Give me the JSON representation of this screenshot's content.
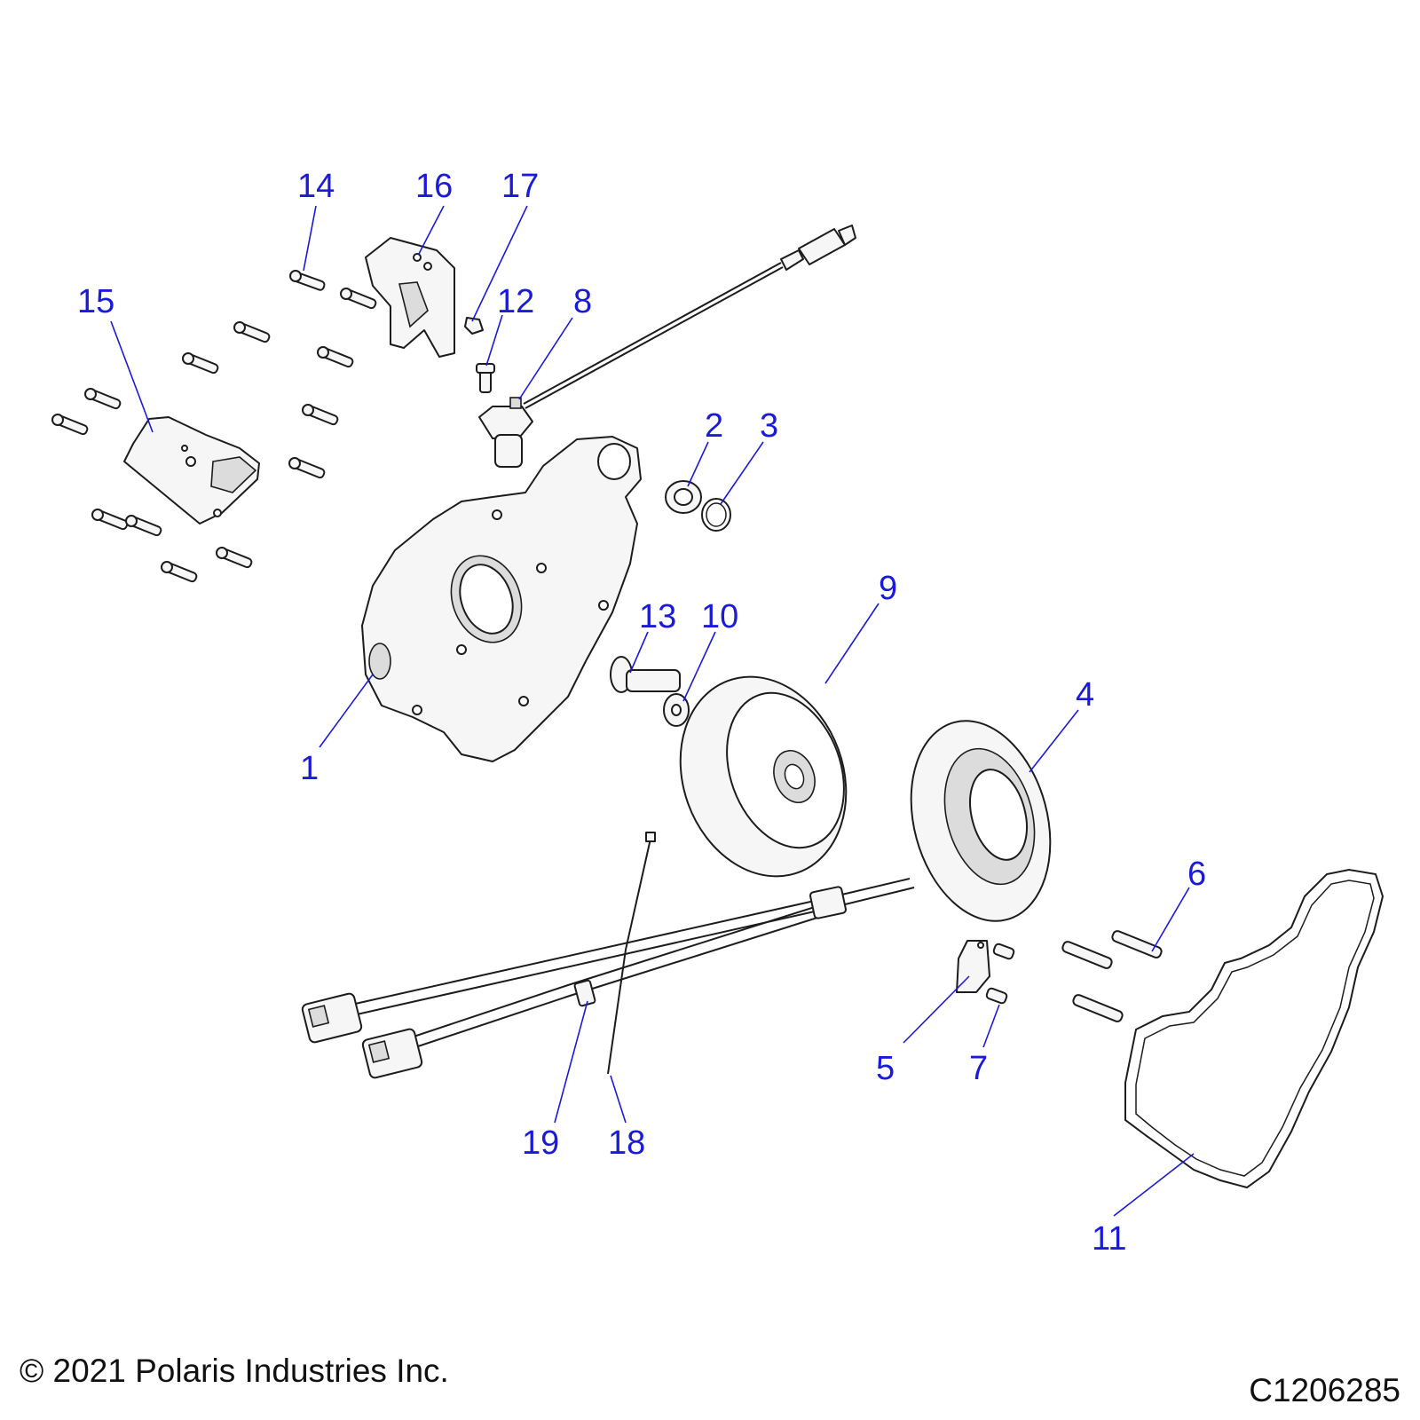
{
  "callouts": [
    {
      "id": "1",
      "label": "1"
    },
    {
      "id": "2",
      "label": "2"
    },
    {
      "id": "3",
      "label": "3"
    },
    {
      "id": "4",
      "label": "4"
    },
    {
      "id": "5",
      "label": "5"
    },
    {
      "id": "6",
      "label": "6"
    },
    {
      "id": "7",
      "label": "7"
    },
    {
      "id": "8",
      "label": "8"
    },
    {
      "id": "9",
      "label": "9"
    },
    {
      "id": "10",
      "label": "10"
    },
    {
      "id": "11",
      "label": "11"
    },
    {
      "id": "12",
      "label": "12"
    },
    {
      "id": "13",
      "label": "13"
    },
    {
      "id": "14",
      "label": "14"
    },
    {
      "id": "15",
      "label": "15"
    },
    {
      "id": "16",
      "label": "16"
    },
    {
      "id": "17",
      "label": "17"
    },
    {
      "id": "18",
      "label": "18"
    },
    {
      "id": "19",
      "label": "19"
    }
  ],
  "footer": {
    "copyright": "© 2021 Polaris Industries Inc.",
    "drawing_number": "C1206285"
  },
  "colors": {
    "callout": "#1a1adb",
    "line_art": "#1c1c1c"
  }
}
